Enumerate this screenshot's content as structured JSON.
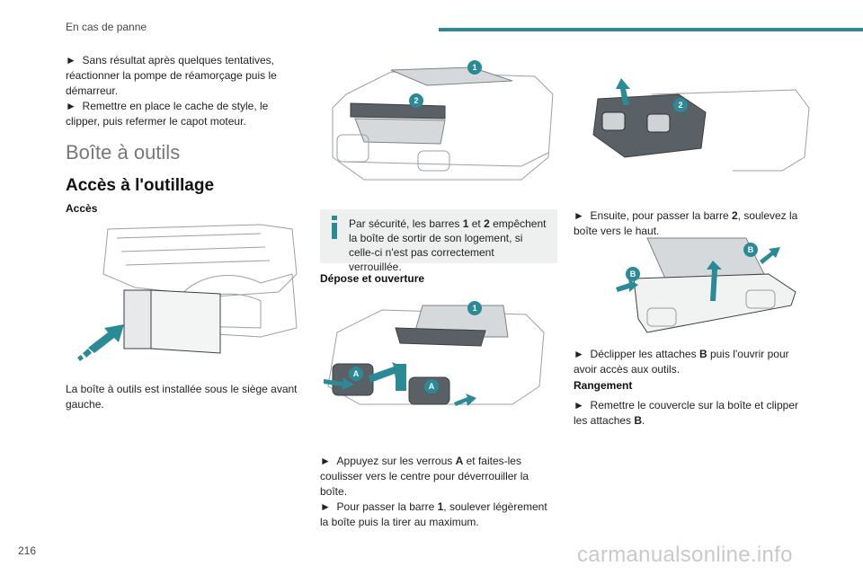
{
  "header": {
    "title": "En cas de panne",
    "accent_color": "#2b8a96"
  },
  "page_number": "216",
  "watermark": "carmanualsonline.info",
  "col1": {
    "bullets": [
      "Sans résultat après quelques tentatives, réactionner la pompe de réamorçage puis le démarreur.",
      "Remettre en place le cache de style, le clipper, puis refermer le capot moteur."
    ],
    "section_title": "Boîte à outils",
    "subsection_title": "Accès à l'outillage",
    "access_label": "Accès",
    "caption": "La boîte à outils est installée sous le siège avant gauche."
  },
  "col2": {
    "note_parts": [
      "Par sécurité, les barres ",
      "1",
      " et ",
      "2",
      " empêchent la boîte de sortir de son logement, si celle-ci n'est pas correctement verrouillée."
    ],
    "removal_title": "Dépose et ouverture",
    "bullet1_parts": [
      "Appuyez sur les verrous ",
      "A",
      " et faites-les coulisser vers le centre pour déverrouiller la boîte."
    ],
    "bullet2_parts": [
      "Pour passer la barre ",
      "1",
      ", soulever légèrement la boîte puis la tirer au maximum."
    ]
  },
  "col3": {
    "bullet1_parts": [
      "Ensuite, pour passer la barre ",
      "2",
      ", soulevez la boîte vers le haut."
    ],
    "bullet2_parts": [
      "Déclipper les attaches ",
      "B",
      " puis l'ouvrir pour avoir accès aux outils."
    ],
    "storage_title": "Rangement",
    "bullet3_parts": [
      "Remettre le couvercle sur la boîte et clipper les attaches ",
      "B",
      "."
    ]
  },
  "figure_labels": {
    "fig1_bar1": "1",
    "fig1_bar2": "2",
    "fig2_bar1": "1",
    "fig2_lock1": "A",
    "fig2_lock2": "A",
    "fig3_bar2": "2",
    "fig4_clip1": "B",
    "fig4_clip2": "B"
  }
}
